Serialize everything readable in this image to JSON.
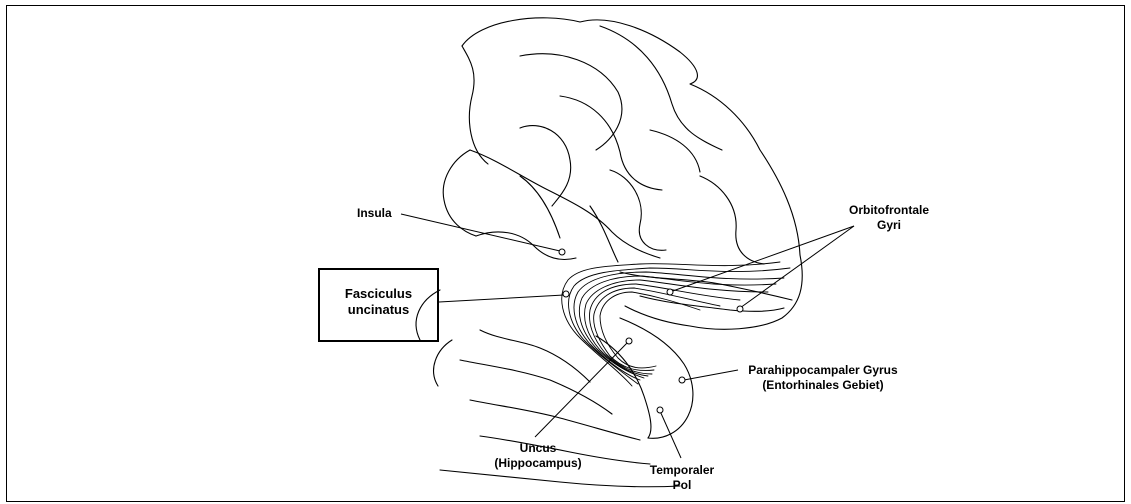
{
  "labels": {
    "insula": "Insula",
    "fasciculus": [
      "Fasciculus",
      "uncinatus"
    ],
    "orbitofrontal": [
      "Orbitofrontale",
      "Gyri"
    ],
    "parahippocampal": [
      "Parahippocampaler Gyrus",
      "(Entorhinales Gebiet)"
    ],
    "uncus": [
      "Uncus",
      "(Hippocampus)"
    ],
    "temporal_pole": [
      "Temporaler",
      "Pol"
    ]
  }
}
